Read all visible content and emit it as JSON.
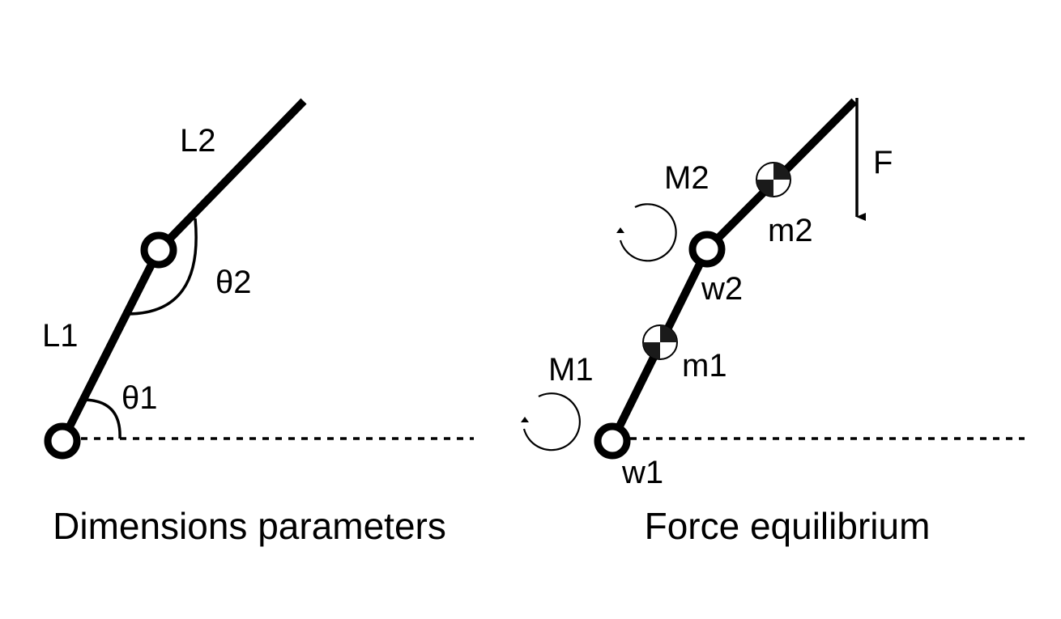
{
  "left_panel": {
    "caption": "Dimensions parameters",
    "labels": {
      "link2": "L2",
      "link1": "L1",
      "angle2": "θ2",
      "angle1": "θ1"
    }
  },
  "right_panel": {
    "caption": "Force equilibrium",
    "labels": {
      "force": "F",
      "moment2": "M2",
      "mass2": "m2",
      "joint2": "w2",
      "mass1": "m1",
      "moment1": "M1",
      "joint1": "w1"
    }
  },
  "colors": {
    "ink": "#000000",
    "background": "#ffffff"
  },
  "icons": {
    "joint": "joint-circle-icon",
    "center_of_mass": "center-of-mass-icon",
    "moment": "moment-arrow-icon",
    "force": "force-arrow-icon"
  }
}
